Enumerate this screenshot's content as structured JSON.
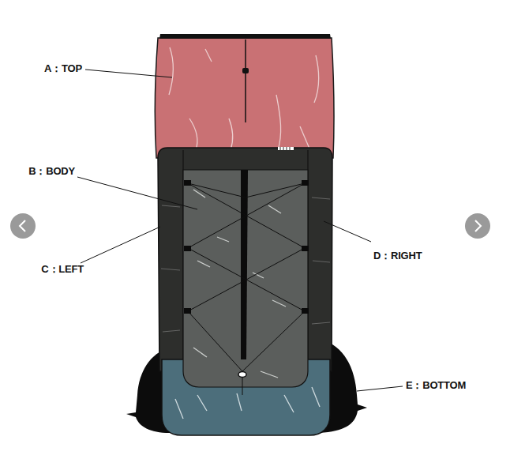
{
  "diagram": {
    "labels": [
      "A：TOP",
      "B：BODY",
      "C：LEFT",
      "D：RIGHT",
      "E：BOTTOM"
    ]
  }
}
